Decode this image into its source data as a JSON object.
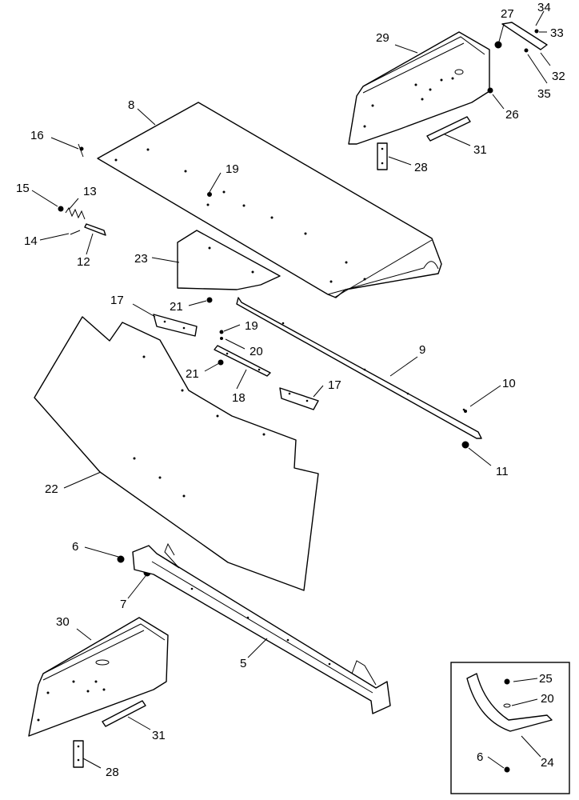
{
  "callouts": {
    "c5": "5",
    "c6a": "6",
    "c6b": "6",
    "c7": "7",
    "c8": "8",
    "c9": "9",
    "c10": "10",
    "c11": "11",
    "c12": "12",
    "c13": "13",
    "c14": "14",
    "c15": "15",
    "c16": "16",
    "c17a": "17",
    "c17b": "17",
    "c18": "18",
    "c19a": "19",
    "c19b": "19",
    "c20a": "20",
    "c20b": "20",
    "c21a": "21",
    "c21b": "21",
    "c22": "22",
    "c23": "23",
    "c24": "24",
    "c25": "25",
    "c26": "26",
    "c27": "27",
    "c28a": "28",
    "c28b": "28",
    "c29": "29",
    "c30": "30",
    "c31a": "31",
    "c31b": "31",
    "c32": "32",
    "c33": "33",
    "c34": "34",
    "c35": "35"
  }
}
